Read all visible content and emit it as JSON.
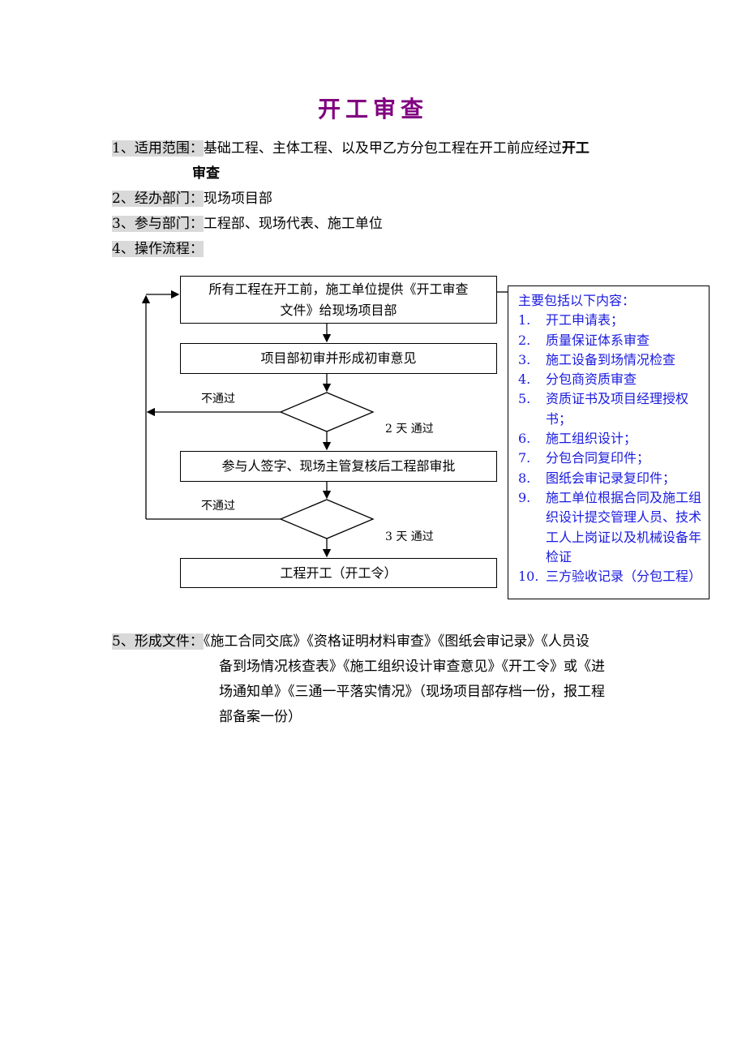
{
  "title": "开工审查",
  "sections": [
    {
      "label": "1、适用范围：",
      "text": "基础工程、主体工程、以及甲乙方分包工程在开工前应经过",
      "bold": "开工",
      "bold2": "审查"
    },
    {
      "label": "2、经办部门：",
      "text": "现场项目部"
    },
    {
      "label": "3、参与部门：",
      "text": "工程部、现场代表、施工单位"
    },
    {
      "label": "4、操作流程：",
      "text": ""
    }
  ],
  "flow": {
    "box1_line1": "所有工程在开工前，施工单位提供《开工审查",
    "box1_line2": "文件》给现场项目部",
    "box2": "项目部初审并形成初审意见",
    "reject1": "不通过",
    "pass1": "2 天  通过",
    "box3": "参与人签字、现场主管复核后工程部审批",
    "reject2": "不通过",
    "pass2": "3 天  通过",
    "box4": "工程开工（开工令）"
  },
  "list": {
    "heading": "主要包括以下内容：",
    "items": [
      {
        "num": "1.",
        "text": "开工申请表；"
      },
      {
        "num": "2.",
        "text": "质量保证体系审查"
      },
      {
        "num": "3.",
        "text": "施工设备到场情况检查"
      },
      {
        "num": "4.",
        "text": "分包商资质审查"
      },
      {
        "num": "5.",
        "text": "资质证书及项目经理授权书；"
      },
      {
        "num": "6.",
        "text": "施工组织设计；"
      },
      {
        "num": "7.",
        "text": "分包合同复印件；"
      },
      {
        "num": "8.",
        "text": "图纸会审记录复印件；"
      },
      {
        "num": "9.",
        "text": "施工单位根据合同及施工组织设计提交管理人员、技术工人上岗证以及机械设备年检证"
      },
      {
        "num": "10.",
        "text": "三方验收记录（分包工程）"
      }
    ]
  },
  "section5": {
    "label": "5、形成文件：",
    "line1": "《施工合同交底》《资格证明材料审查》《图纸会审记录》《人员设",
    "line2": "备到场情况核查表》《施工组织设计审查意见》《开工令》或《进",
    "line3": "场通知单》《三通一平落实情况》（现场项目部存档一份，报工程",
    "line4": "部备案一份）"
  }
}
